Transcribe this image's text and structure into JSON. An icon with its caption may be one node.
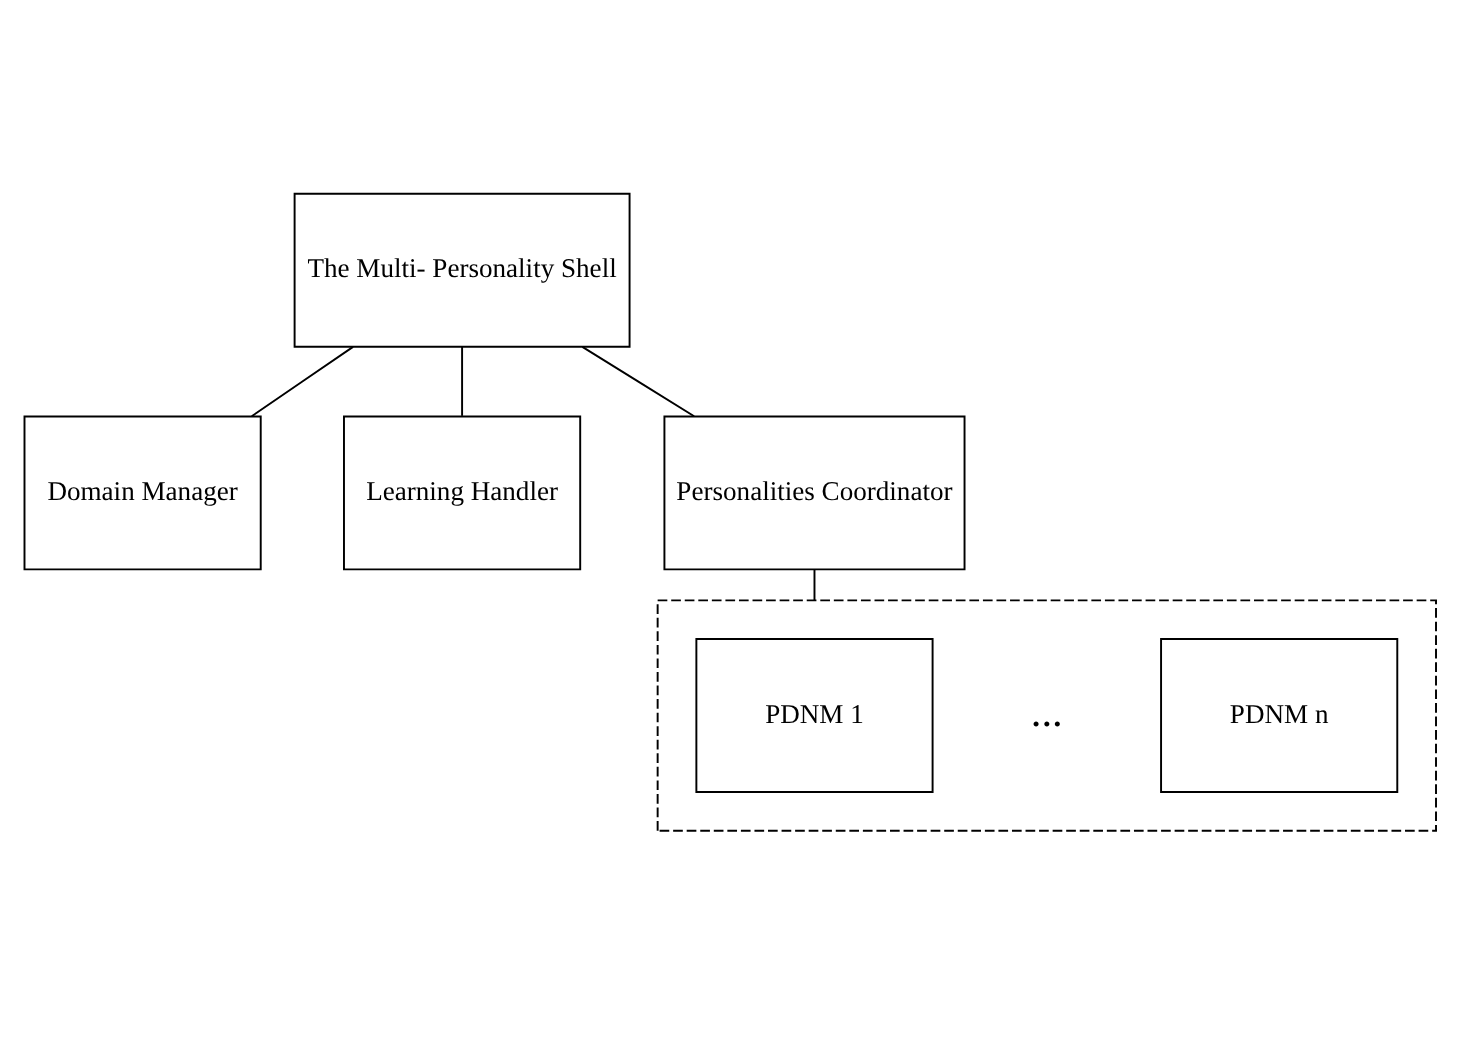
{
  "diagram": {
    "nodes": [
      {
        "text": [
          "The Multi- Personality Shell"
        ]
      },
      {
        "text": [
          "Domain Manager"
        ]
      },
      {
        "text": [
          "Learning Handler"
        ]
      },
      {
        "text": [
          "Personalities Coordinator"
        ]
      },
      {
        "text": [],
        "shape": "box"
      },
      {
        "text": [
          "PDNM 1"
        ],
        "in": 4
      },
      {
        "text": [
          "PDNM n"
        ],
        "in": 4
      }
    ],
    "edges": [
      {
        "from": 0,
        "to": 1,
        "arrow": "none"
      },
      {
        "from": 0,
        "to": 2,
        "arrow": "none"
      },
      {
        "from": 0,
        "to": 3,
        "arrow": "none"
      },
      {
        "from": 3,
        "to": 4,
        "arrow": "none"
      }
    ],
    "labels": [
      "..."
    ]
  }
}
